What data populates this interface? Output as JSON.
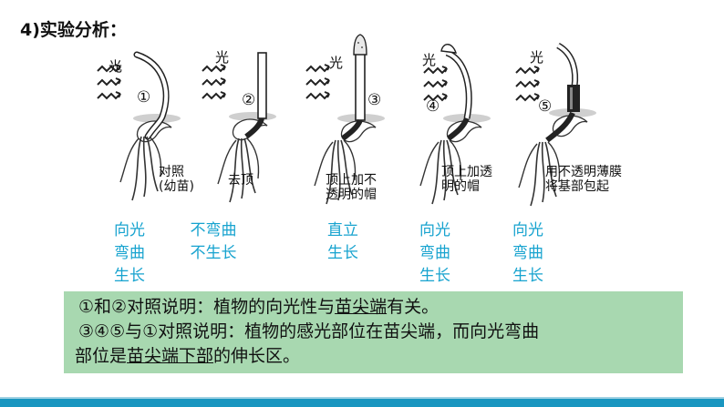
{
  "title": "4)实验分析：",
  "light_label": "光",
  "samples": [
    {
      "num": "①",
      "label": [
        "对照",
        "(幼苗)"
      ],
      "result": [
        "向光",
        "弯曲",
        "生长"
      ]
    },
    {
      "num": "②",
      "label": [
        "去顶"
      ],
      "result": [
        "不弯曲",
        "不生长"
      ]
    },
    {
      "num": "③",
      "label": [
        "顶上加不",
        "透明的帽"
      ],
      "result": [
        "直立",
        "生长"
      ]
    },
    {
      "num": "④",
      "label": [
        "顶上加透",
        "明的帽"
      ],
      "result": [
        "向光",
        "弯曲",
        "生长"
      ]
    },
    {
      "num": "⑤",
      "label": [
        "用不透明薄膜",
        "将基部包起"
      ],
      "result": [
        "向光",
        "弯曲",
        "生长"
      ]
    }
  ],
  "conclusion": {
    "line1_pre": "①和②对照说明：植物的向光性与",
    "line1_u": "苗尖端",
    "line1_post": "有关。",
    "line2": "③④⑤与①对照说明：植物的感光部位在苗尖端，而向光弯曲",
    "line3_pre": "部位是",
    "line3_u": "苗尖端下部",
    "line3_post": "的伸长区。"
  },
  "colors": {
    "result_text": "#17a3cf",
    "conclusion_bg": "#a8d8b0",
    "bottom_bar": "#1a96c0"
  }
}
